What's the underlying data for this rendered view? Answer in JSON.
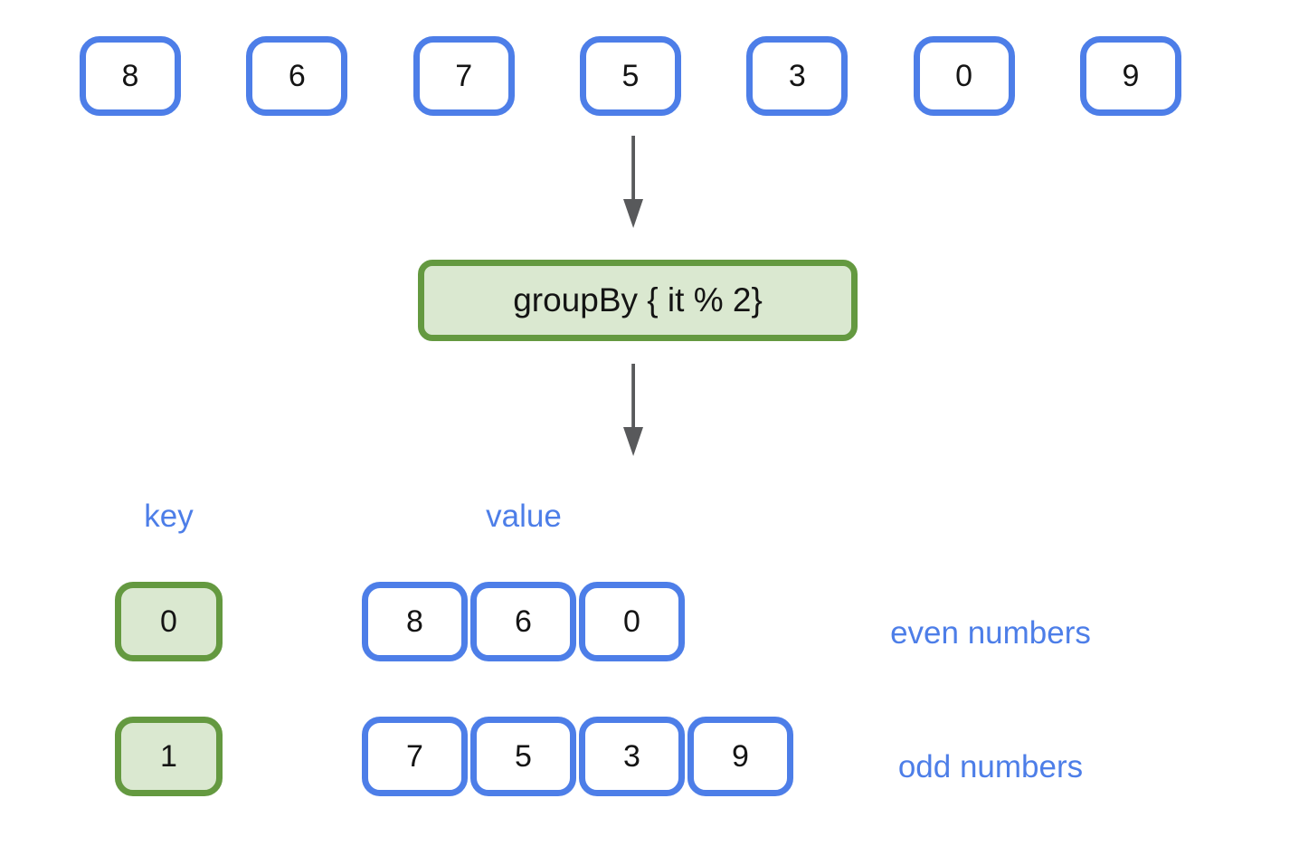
{
  "input": {
    "items": [
      "8",
      "6",
      "7",
      "5",
      "3",
      "0",
      "9"
    ]
  },
  "operation": {
    "label": "groupBy { it % 2}"
  },
  "result": {
    "headers": {
      "key": "key",
      "value": "value"
    },
    "rows": [
      {
        "key": "0",
        "values": [
          "8",
          "6",
          "0"
        ],
        "annotation": "even numbers"
      },
      {
        "key": "1",
        "values": [
          "7",
          "5",
          "3",
          "9"
        ],
        "annotation": "odd numbers"
      }
    ]
  },
  "icons": {
    "down_arrow": "down-arrow"
  },
  "colors": {
    "box_blue": "#4d7ee8",
    "label_blue": "#4d7ee8",
    "green_border": "#649940",
    "green_fill": "#dae8d0",
    "arrow_gray": "#58595b",
    "number_text": "#141414",
    "background": "#ffffff"
  }
}
